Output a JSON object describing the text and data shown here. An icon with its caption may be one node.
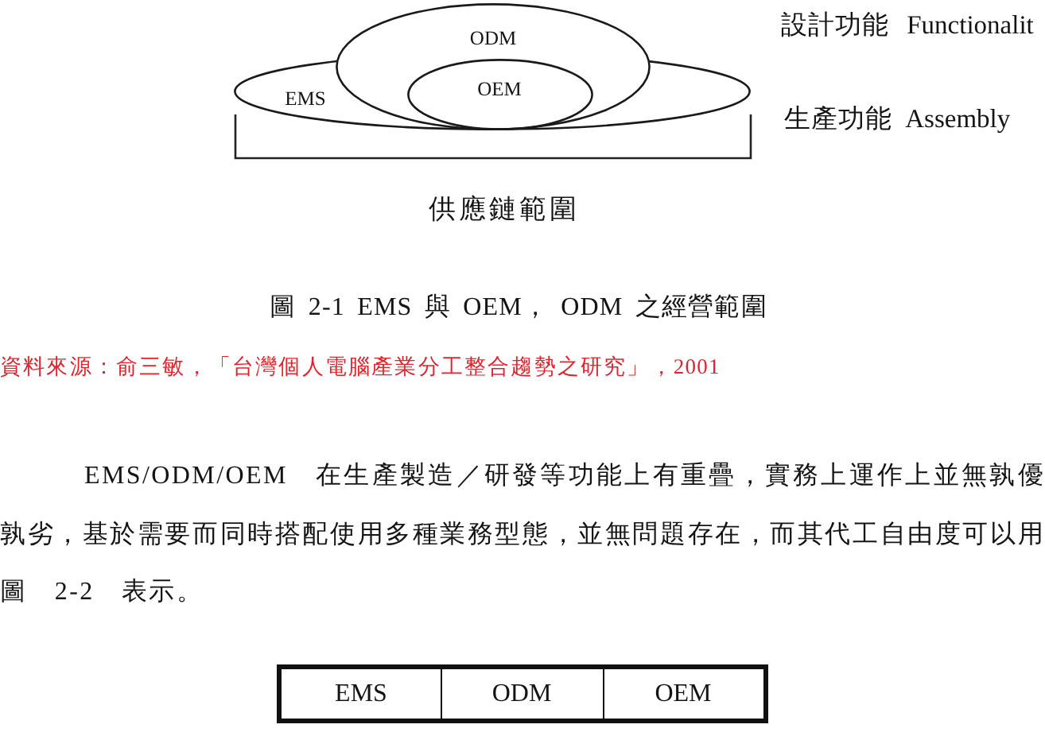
{
  "diagram": {
    "caption": "圖 2-1 EMS 與 OEM， ODM 之經營範圍",
    "nodes": [
      {
        "text": [
          "ODM"
        ]
      },
      {
        "text": [
          "EMS"
        ]
      },
      {
        "text": [
          "OEM"
        ]
      }
    ],
    "labels": [
      "設計功能 Functionalit",
      "生產功能 Assembly",
      "供應鏈範圍",
      "資料來源：俞三敏，「台灣個人電腦產業分工整合趨勢之研究」，2001",
      "EMS/ODM/OEM 在生產製造／研發等功能上有重疊，實務上運作上並無孰優孰劣，基於需要而同時搭配使用多種業務型態，並無問題存在，而其代工自由度可以用圖 2-2 表示。",
      "EMS",
      "ODM",
      "OEM"
    ]
  }
}
